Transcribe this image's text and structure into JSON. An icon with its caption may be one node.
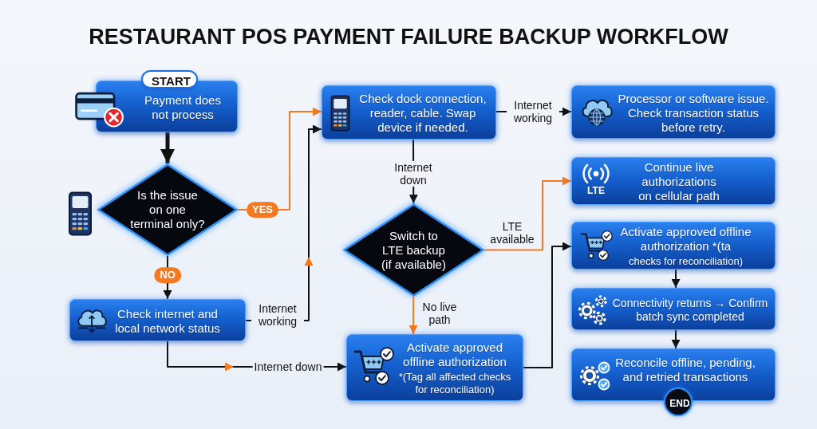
{
  "diagram": {
    "title": "RESTAURANT POS PAYMENT FAILURE BACKUP WORKFLOW",
    "nodes": [
      {
        "text": [
          "START"
        ]
      },
      {
        "text": [
          "Payment does not process"
        ]
      },
      {
        "text": [
          "Is the issue on one terminal only?"
        ]
      },
      {
        "text": [
          "Check internet and local network status"
        ]
      },
      {
        "text": [
          "Check dock connection, reader, cable. Swap device if needed."
        ]
      },
      {
        "text": [
          "Processor or software issue. Check transaction status before retry."
        ]
      },
      {
        "text": [
          "Switch to LTE backup (if available)"
        ]
      },
      {
        "text": [
          "LTE",
          "Continue live authorizations on cellular path"
        ]
      },
      {
        "text": [
          "Activate approved offline authorization",
          "*(Tag all affected checks for reconciliation)"
        ]
      },
      {
        "text": [
          "Activate approved offline authorization *(ta",
          "checks for reconciliation)"
        ]
      },
      {
        "text": [
          "Connectivity returns → Confirm batch sync completed"
        ]
      },
      {
        "text": [
          "Reconcile offline, pending, and retried transactions"
        ]
      },
      {
        "text": [
          "END"
        ]
      }
    ],
    "edges": [
      {
        "from": 1,
        "to": 2,
        "arrow": "to",
        "style": "thick"
      },
      {
        "from": 2,
        "to": 4,
        "arrow": "to",
        "label": "YES",
        "color": "#f47920"
      },
      {
        "from": 2,
        "to": 3,
        "arrow": "to",
        "label": "NO"
      },
      {
        "from": 3,
        "to": 4,
        "arrow": "to",
        "label": "Internet working"
      },
      {
        "from": 3,
        "to": 8,
        "arrow": "to",
        "label": "Internet down"
      },
      {
        "from": 4,
        "to": 5,
        "arrow": "to",
        "label": "Internet working"
      },
      {
        "from": 4,
        "to": 6,
        "arrow": "to",
        "label": "Internet down"
      },
      {
        "from": 6,
        "to": 7,
        "arrow": "to",
        "label": "LTE available",
        "color": "#f47920"
      },
      {
        "from": 6,
        "to": 8,
        "arrow": "to",
        "label": "No live path",
        "color": "#f47920"
      },
      {
        "from": 8,
        "to": 9,
        "arrow": "to"
      },
      {
        "from": 9,
        "to": 10,
        "arrow": "to"
      },
      {
        "from": 10,
        "to": 11,
        "arrow": "to"
      }
    ]
  }
}
